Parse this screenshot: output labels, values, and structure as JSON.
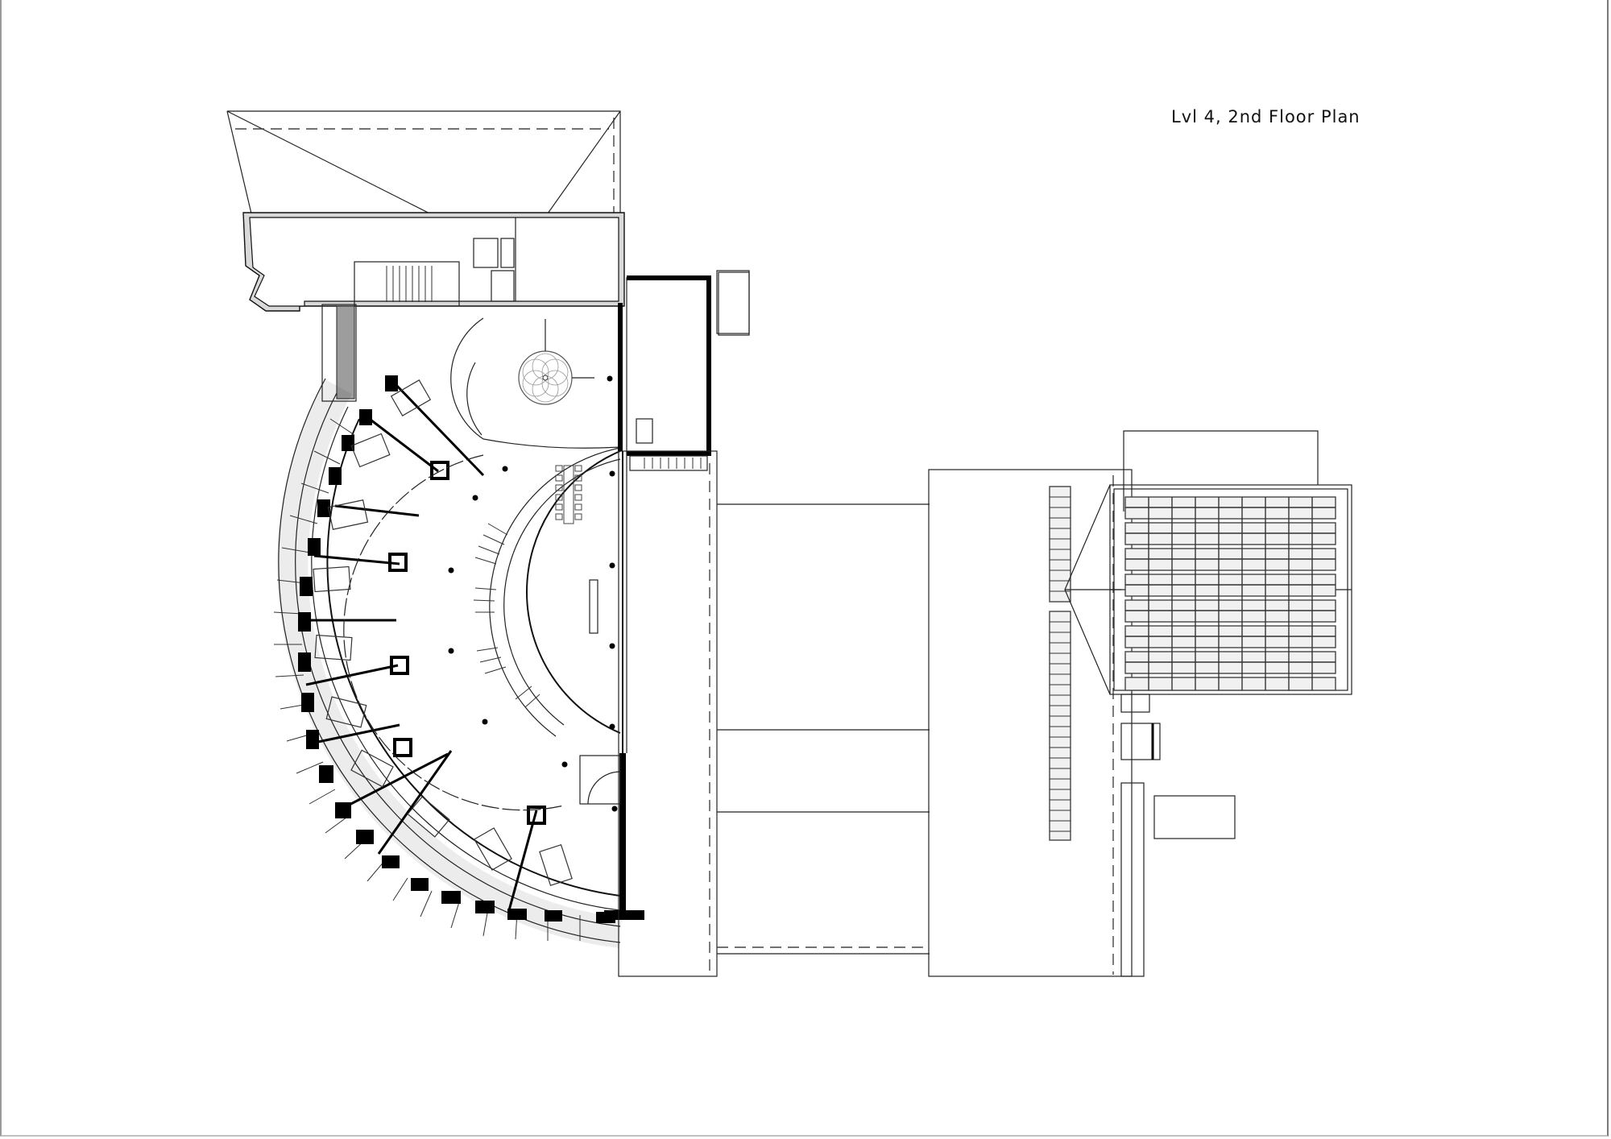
{
  "drawing": {
    "title": "Lvl 4, 2nd Floor Plan",
    "type": "architectural floor plan",
    "line_color": "#000000",
    "background": "#ffffff"
  },
  "regions": {
    "upper_wing": "service block with stairs, lift and toilets",
    "office_ring": "semicircular office wing with radial offices",
    "atrium": "central circular atrium with curved staircase",
    "middle_block": "connecting roof areas",
    "right_block": "roof with solar panel array",
    "solar_array": {
      "rows": 8,
      "columns": 9
    },
    "solar_strip": {
      "upper_panels": 11,
      "lower_panels": 22
    }
  }
}
